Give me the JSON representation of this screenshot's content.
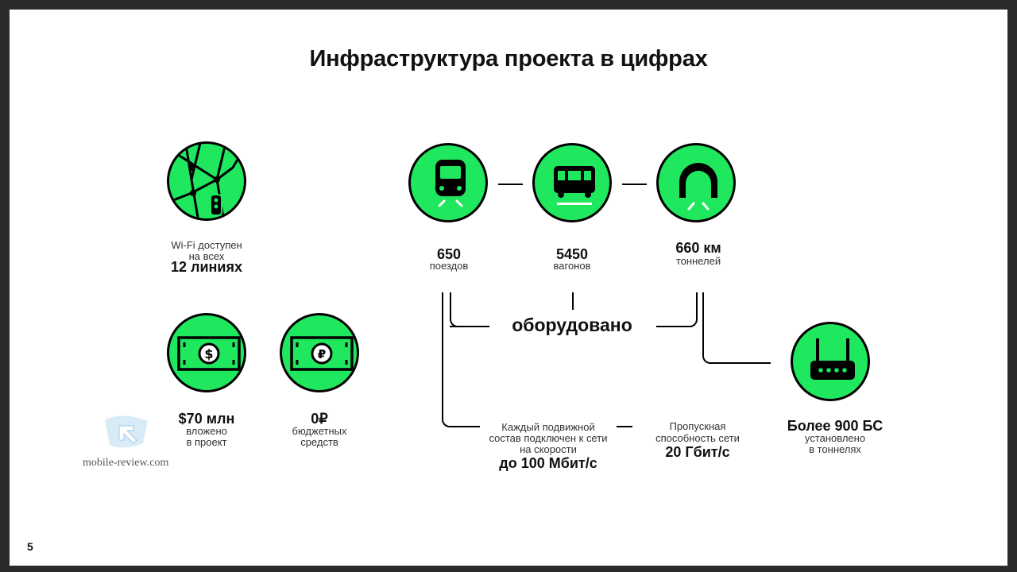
{
  "title": "Инфраструктура проекта в цифрах",
  "page_number": "5",
  "watermark": "mobile-review.com",
  "wifi": {
    "line1": "Wi-Fi доступен",
    "line2": "на всех",
    "value": "12 линиях"
  },
  "investment": {
    "value": "$70 млн",
    "line1": "вложено",
    "line2": "в проект"
  },
  "budget": {
    "value": "0₽",
    "line1": "бюджетных",
    "line2": "средств"
  },
  "trains": {
    "value": "650",
    "label": "поездов"
  },
  "cars": {
    "value": "5450",
    "label": "вагонов"
  },
  "tunnels": {
    "value": "660 км",
    "label": "тоннелей"
  },
  "equipped": "оборудовано",
  "speed": {
    "line1": "Каждый подвижной",
    "line2": "состав подключен к сети",
    "line3": "на скорости",
    "value": "до 100 Мбит/с"
  },
  "bandwidth": {
    "line1": "Пропускная",
    "line2": "способность сети",
    "value": "20 Гбит/с"
  },
  "stations": {
    "value": "Более 900 БС",
    "line1": "установлено",
    "line2": "в тоннелях"
  },
  "colors": {
    "accent": "#1fe85e",
    "stroke": "#000000",
    "background": "#ffffff",
    "frame": "#2b2b2b"
  },
  "icons": [
    "metro-map-icon",
    "dollar-banknote-icon",
    "ruble-banknote-icon",
    "train-front-icon",
    "train-car-icon",
    "tunnel-icon",
    "router-icon"
  ]
}
